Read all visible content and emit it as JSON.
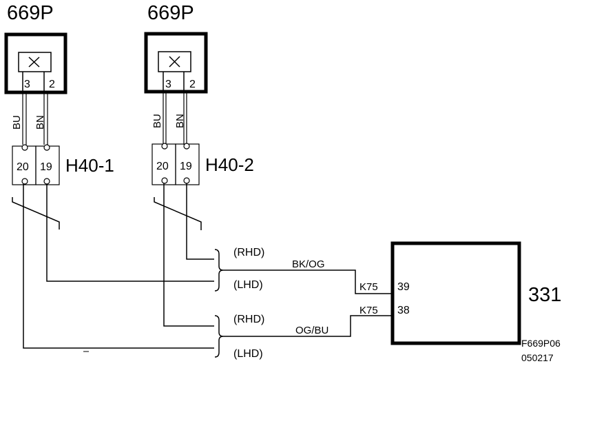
{
  "components": {
    "left": {
      "name": "669P",
      "pins": [
        "3",
        "2"
      ]
    },
    "right": {
      "name": "669P",
      "pins": [
        "3",
        "2"
      ]
    }
  },
  "wire_colors": {
    "bu": "BU",
    "bn": "BN",
    "bk_og": "BK/OG",
    "og_bu": "OG/BU"
  },
  "connectors": {
    "h40_1": {
      "name": "H40-1",
      "pins": [
        "20",
        "19"
      ]
    },
    "h40_2": {
      "name": "H40-2",
      "pins": [
        "20",
        "19"
      ]
    }
  },
  "variants": {
    "rhd": "(RHD)",
    "lhd": "(LHD)"
  },
  "module": {
    "name": "331",
    "connector": "K75",
    "pins": [
      "39",
      "38"
    ]
  },
  "figure": {
    "ref": "F669P06",
    "date": "050217"
  }
}
